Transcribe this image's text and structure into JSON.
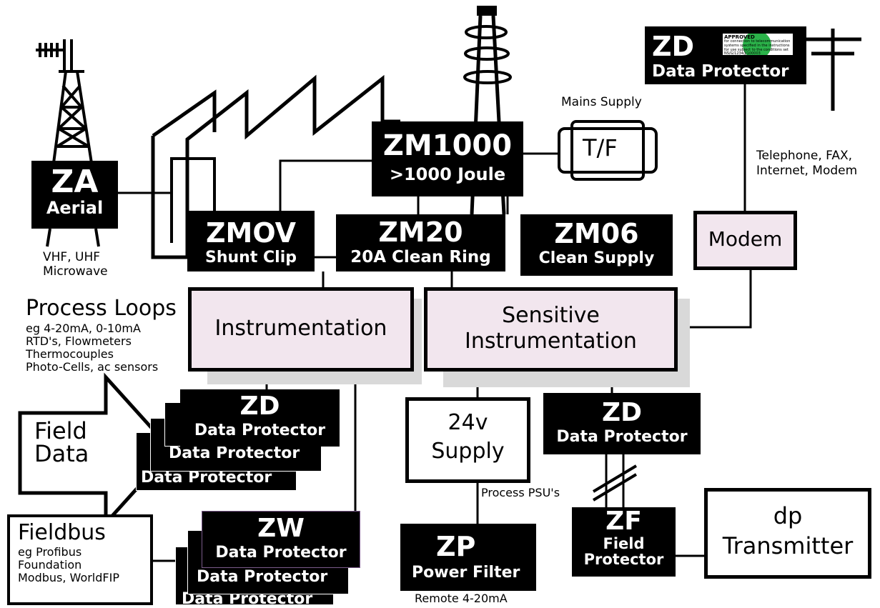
{
  "blocks": {
    "za": {
      "title": "ZA",
      "sub": "Aerial"
    },
    "zmov": {
      "title": "ZMOV",
      "sub": "Shunt Clip"
    },
    "zm20": {
      "title": "ZM20",
      "sub": "20A Clean Ring"
    },
    "zm06": {
      "title": "ZM06",
      "sub": "Clean Supply"
    },
    "zm1000": {
      "title": "ZM1000",
      "sub": ">1000 Joule"
    },
    "zd_top": {
      "title": "ZD",
      "sub": "Data Protector"
    },
    "zd_field": {
      "title": "ZD",
      "sub": "Data Protector",
      "stack_label": "Data Protector"
    },
    "zd_right": {
      "title": "ZD",
      "sub": "Data Protector"
    },
    "zw": {
      "title": "ZW",
      "sub": "Data Protector",
      "stack_label": "Data Protector"
    },
    "zp": {
      "title": "ZP",
      "sub": "Power Filter"
    },
    "zf": {
      "title": "ZF",
      "sub1": "Field",
      "sub2": "Protector"
    }
  },
  "boxes": {
    "tf": "T/F",
    "modem": "Modem",
    "instrumentation": "Instrumentation",
    "sensitive_line1": "Sensitive",
    "sensitive_line2": "Instrumentation",
    "supply_line1": "24v",
    "supply_line2": "Supply",
    "dp_line1": "dp",
    "dp_line2": "Transmitter"
  },
  "labels": {
    "mains": "Mains Supply",
    "telephone_line1": "Telephone, FAX,",
    "telephone_line2": "Internet, Modem",
    "vhf_line1": "VHF, UHF",
    "vhf_line2": "Microwave",
    "process_title": "Process Loops",
    "process_lines": [
      "eg 4-20mA, 0-10mA",
      "RTD's, Flowmeters",
      "Thermocouples",
      "Photo-Cells, ac sensors"
    ],
    "field_line1": "Field",
    "field_line2": "Data",
    "fieldbus_title": "Fieldbus",
    "fieldbus_lines": [
      "eg Profibus",
      "Foundation",
      "Modbus, WorldFIP"
    ],
    "process_psu": "Process PSU's",
    "remote": "Remote 4-20mA"
  },
  "approval": {
    "bold": "APPROVED",
    "text": "for connection to telecommunication systems specified in the instructions for use subject to the conditions set out in them",
    "code": "NS/G/1234/J/100003"
  },
  "colors": {
    "block": "#000000",
    "instrument_fill": "#f2e6ee",
    "shadow": "#d9d9d9",
    "badge_green": "#2bb34a"
  }
}
